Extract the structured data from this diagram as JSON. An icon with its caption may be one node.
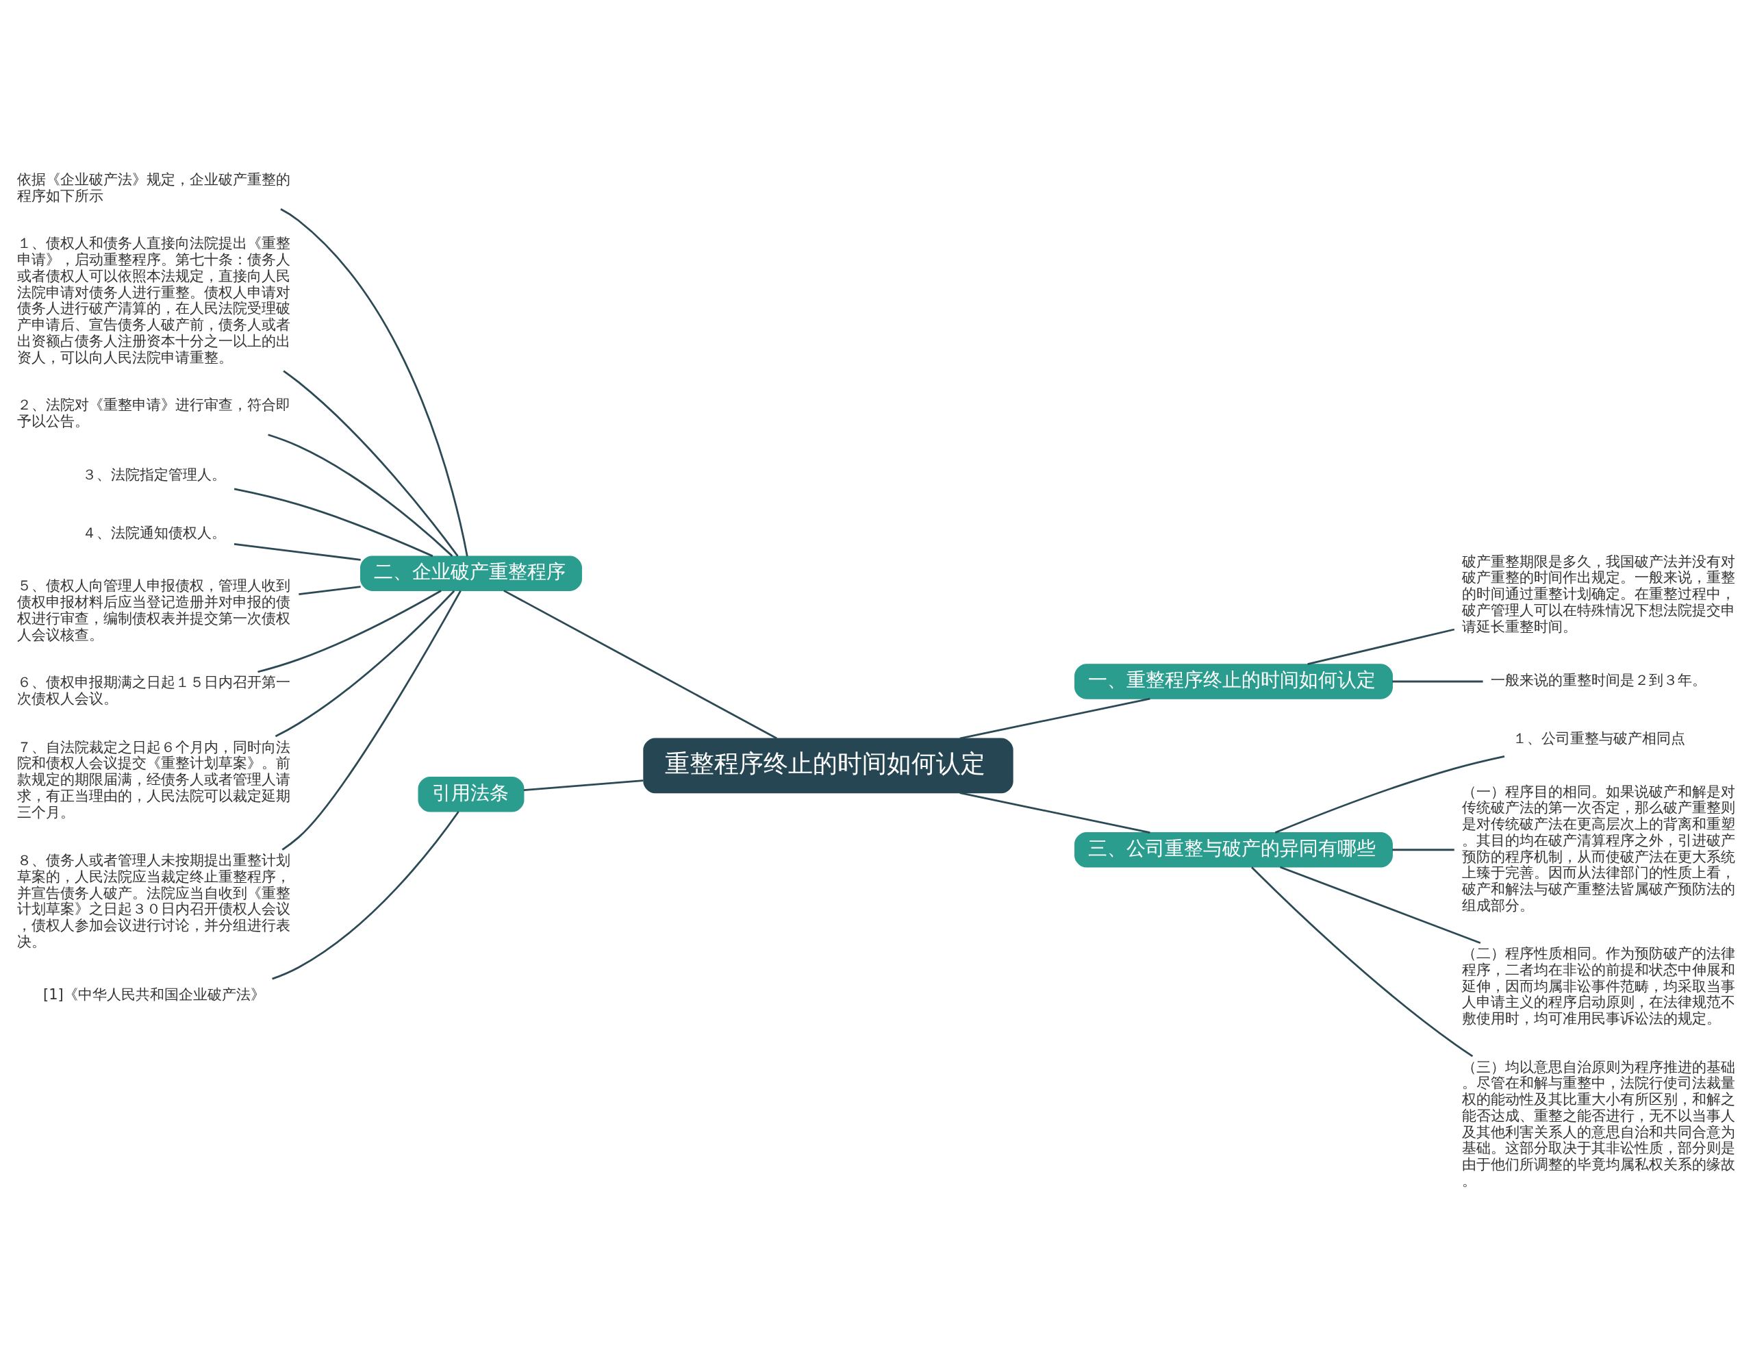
{
  "diagram": {
    "nodes": [
      {
        "text": [
          "重整程序终止的时间如何认定"
        ]
      },
      {
        "text": [
          "二、企业破产重整程序"
        ]
      },
      {
        "text": [
          "依据《企业破产法》规定，企业破产重整的程序如下所示"
        ]
      },
      {
        "text": [
          "１、债权人和债务人直接向法院提出《重整申请》，启动重整程序。第七十条：债务人或者债权人可以依照本法规定，直接向人民法院申请对债务人进行重整。债权人申请对债务人进行破产清算的，在人民法院受理破产申请后、宣告债务人破产前，债务人或者出资额占债务人注册资本十分之一以上的出资人，可以向人民法院申请重整。"
        ]
      },
      {
        "text": [
          "２、法院对《重整申请》进行审查，符合即予以公告。"
        ]
      },
      {
        "text": [
          "３、法院指定管理人。"
        ]
      },
      {
        "text": [
          "４、法院通知债权人。"
        ]
      },
      {
        "text": [
          "５、债权人向管理人申报债权，管理人收到债权申报材料后应当登记造册并对申报的债权进行审查，编制债权表并提交第一次债权人会议核查。"
        ]
      },
      {
        "text": [
          "６、债权申报期满之日起１５日内召开第一次债权人会议。"
        ]
      },
      {
        "text": [
          "７、自法院裁定之日起６个月内，同时向法院和债权人会议提交《重整计划草案》。前款规定的期限届满，经债务人或者管理人请求，有正当理由的，人民法院可以裁定延期三个月。"
        ]
      },
      {
        "text": [
          "８、债务人或者管理人未按期提出重整计划草案的，人民法院应当裁定终止重整程序，并宣告债务人破产。法院应当自收到《重整计划草案》之日起３０日内召开债权人会议，债权人参加会议进行讨论，并分组进行表决。"
        ]
      },
      {
        "text": [
          "引用法条"
        ]
      },
      {
        "text": [
          "[1]《中华人民共和国企业破产法》"
        ]
      },
      {
        "text": [
          "一、重整程序终止的时间如何认定"
        ]
      },
      {
        "text": [
          "破产重整期限是多久，我国破产法并没有对破产重整的时间作出规定。一般来说，重整的时间通过重整计划确定。在重整过程中，破产管理人可以在特殊情况下想法院提交申请延长重整时间。"
        ]
      },
      {
        "text": [
          "一般来说的重整时间是２到３年。"
        ]
      },
      {
        "text": [
          "三、公司重整与破产的异同有哪些"
        ]
      },
      {
        "text": [
          "１、公司重整与破产相同点"
        ]
      },
      {
        "text": [
          "（一）程序目的相同。如果说破产和解是对传统破产法的第一次否定，那么破产重整则是对传统破产法在更高层次上的背离和重塑。其目的均在破产清算程序之外，引进破产预防的程序机制，从而使破产法在更大系统上臻于完善。因而从法律部门的性质上看，破产和解法与破产重整法皆属破产预防法的组成部分。"
        ]
      },
      {
        "text": [
          "（二）程序性质相同。作为预防破产的法律程序，二者均在非讼的前提和状态中伸展和延伸，因而均属非讼事件范畴，均采取当事人申请主义的程序启动原则，在法律规范不敷使用时，均可准用民事诉讼法的规定。"
        ]
      },
      {
        "text": [
          "（三）均以意思自治原则为程序推进的基础。尽管在和解与重整中，法院行使司法裁量权的能动性及其比重大小有所区别，和解之能否达成、重整之能否进行，无不以当事人及其他利害关系人的意思自治和共同合意为基础。这部分取决于其非讼性质，部分则是由于他们所调整的毕竟均属私权关系的缘故。"
        ]
      }
    ],
    "edges": [
      {
        "from": 0,
        "to": 1,
        "arrow": "none"
      },
      {
        "from": 1,
        "to": 2,
        "arrow": "none"
      },
      {
        "from": 1,
        "to": 3,
        "arrow": "none"
      },
      {
        "from": 1,
        "to": 4,
        "arrow": "none"
      },
      {
        "from": 1,
        "to": 5,
        "arrow": "none"
      },
      {
        "from": 1,
        "to": 6,
        "arrow": "none"
      },
      {
        "from": 1,
        "to": 7,
        "arrow": "none"
      },
      {
        "from": 1,
        "to": 8,
        "arrow": "none"
      },
      {
        "from": 1,
        "to": 9,
        "arrow": "none"
      },
      {
        "from": 1,
        "to": 10,
        "arrow": "none"
      },
      {
        "from": 0,
        "to": 11,
        "arrow": "none"
      },
      {
        "from": 11,
        "to": 12,
        "arrow": "none"
      },
      {
        "from": 0,
        "to": 13,
        "arrow": "none"
      },
      {
        "from": 13,
        "to": 14,
        "arrow": "none"
      },
      {
        "from": 13,
        "to": 15,
        "arrow": "none"
      },
      {
        "from": 0,
        "to": 16,
        "arrow": "none"
      },
      {
        "from": 16,
        "to": 17,
        "arrow": "none"
      },
      {
        "from": 16,
        "to": 18,
        "arrow": "none"
      },
      {
        "from": 16,
        "to": 19,
        "arrow": "none"
      },
      {
        "from": 16,
        "to": 20,
        "arrow": "none"
      }
    ]
  }
}
